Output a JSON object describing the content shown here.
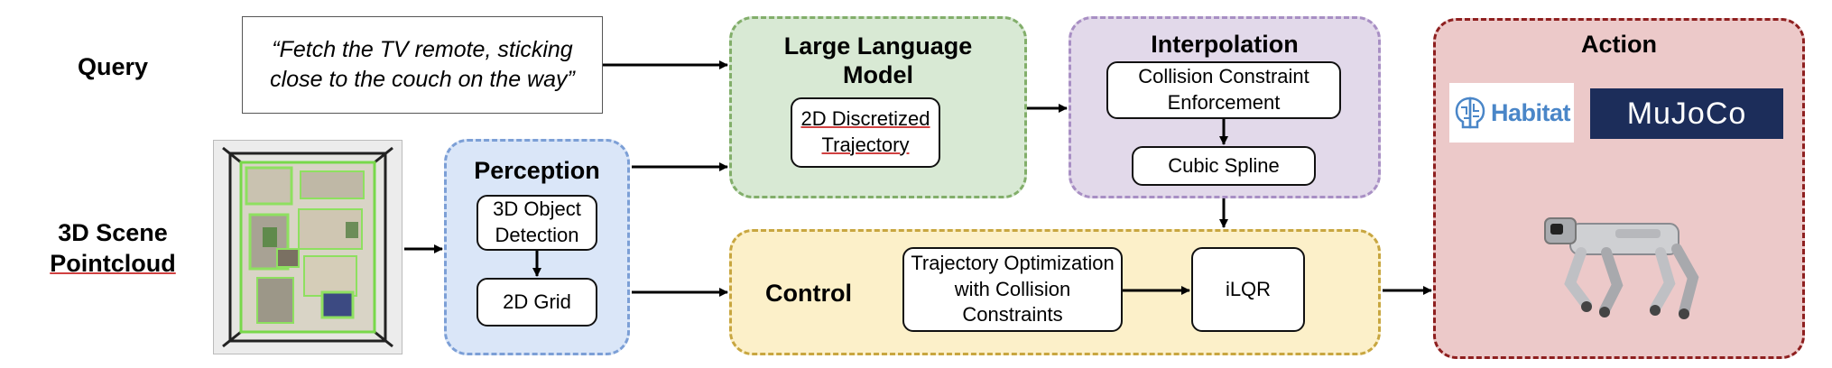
{
  "query": {
    "label": "Query",
    "text": "“Fetch the TV remote, sticking close to the couch on the way”"
  },
  "scene": {
    "label_line1": "3D Scene",
    "label_line2": "Pointcloud"
  },
  "perception": {
    "title": "Perception",
    "box1": "3D Object Detection",
    "box2": "2D Grid"
  },
  "llm": {
    "title": "Large Language Model",
    "box1_line1": "2D Discretized",
    "box1_line2": "Trajectory"
  },
  "interpolation": {
    "title": "Interpolation",
    "box1": "Collision Constraint Enforcement",
    "box2": "Cubic Spline"
  },
  "control": {
    "title": "Control",
    "box1": "Trajectory Optimization with Collision Constraints",
    "box2": "iLQR"
  },
  "action": {
    "title": "Action",
    "habitat_logo": "Habitat",
    "mujoco_logo": "MuJoCo"
  },
  "colors": {
    "perception_fill": "#dae6f8",
    "perception_border": "#7c9fd6",
    "llm_fill": "#d8e9d4",
    "llm_border": "#82ae6a",
    "interp_fill": "#e2d9ea",
    "interp_border": "#a88fc4",
    "control_fill": "#fcf0c9",
    "control_border": "#c8a640",
    "action_fill": "#ecc9c9",
    "action_border": "#8e1f1f",
    "mujoco_fill": "#1c2d5a",
    "habitat_blue": "#4a86c8"
  }
}
